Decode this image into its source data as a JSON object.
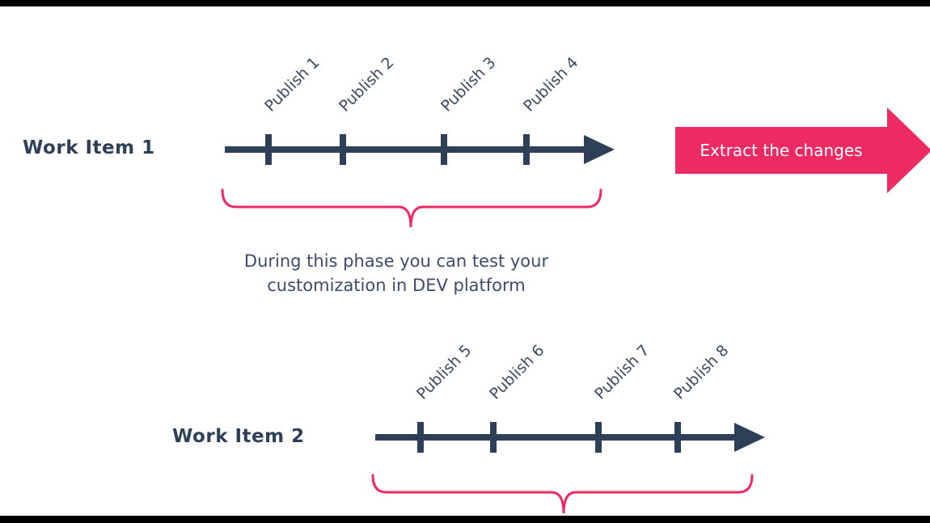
{
  "colors": {
    "navy": "#2e4057",
    "pink": "#ed2a62",
    "publish_text": "#3a4a63",
    "note_text": "#3c4c6e"
  },
  "work_item_1": {
    "label": "Work Item 1",
    "publishes": [
      "Publish 1",
      "Publish 2",
      "Publish 3",
      "Publish 4"
    ]
  },
  "work_item_2": {
    "label": "Work Item 2",
    "publishes": [
      "Publish 5",
      "Publish 6",
      "Publish 7",
      "Publish 8"
    ]
  },
  "extract": {
    "label": "Extract the changes"
  },
  "note": {
    "line1": "During this phase you can test your",
    "line2": "customization in DEV platform"
  }
}
